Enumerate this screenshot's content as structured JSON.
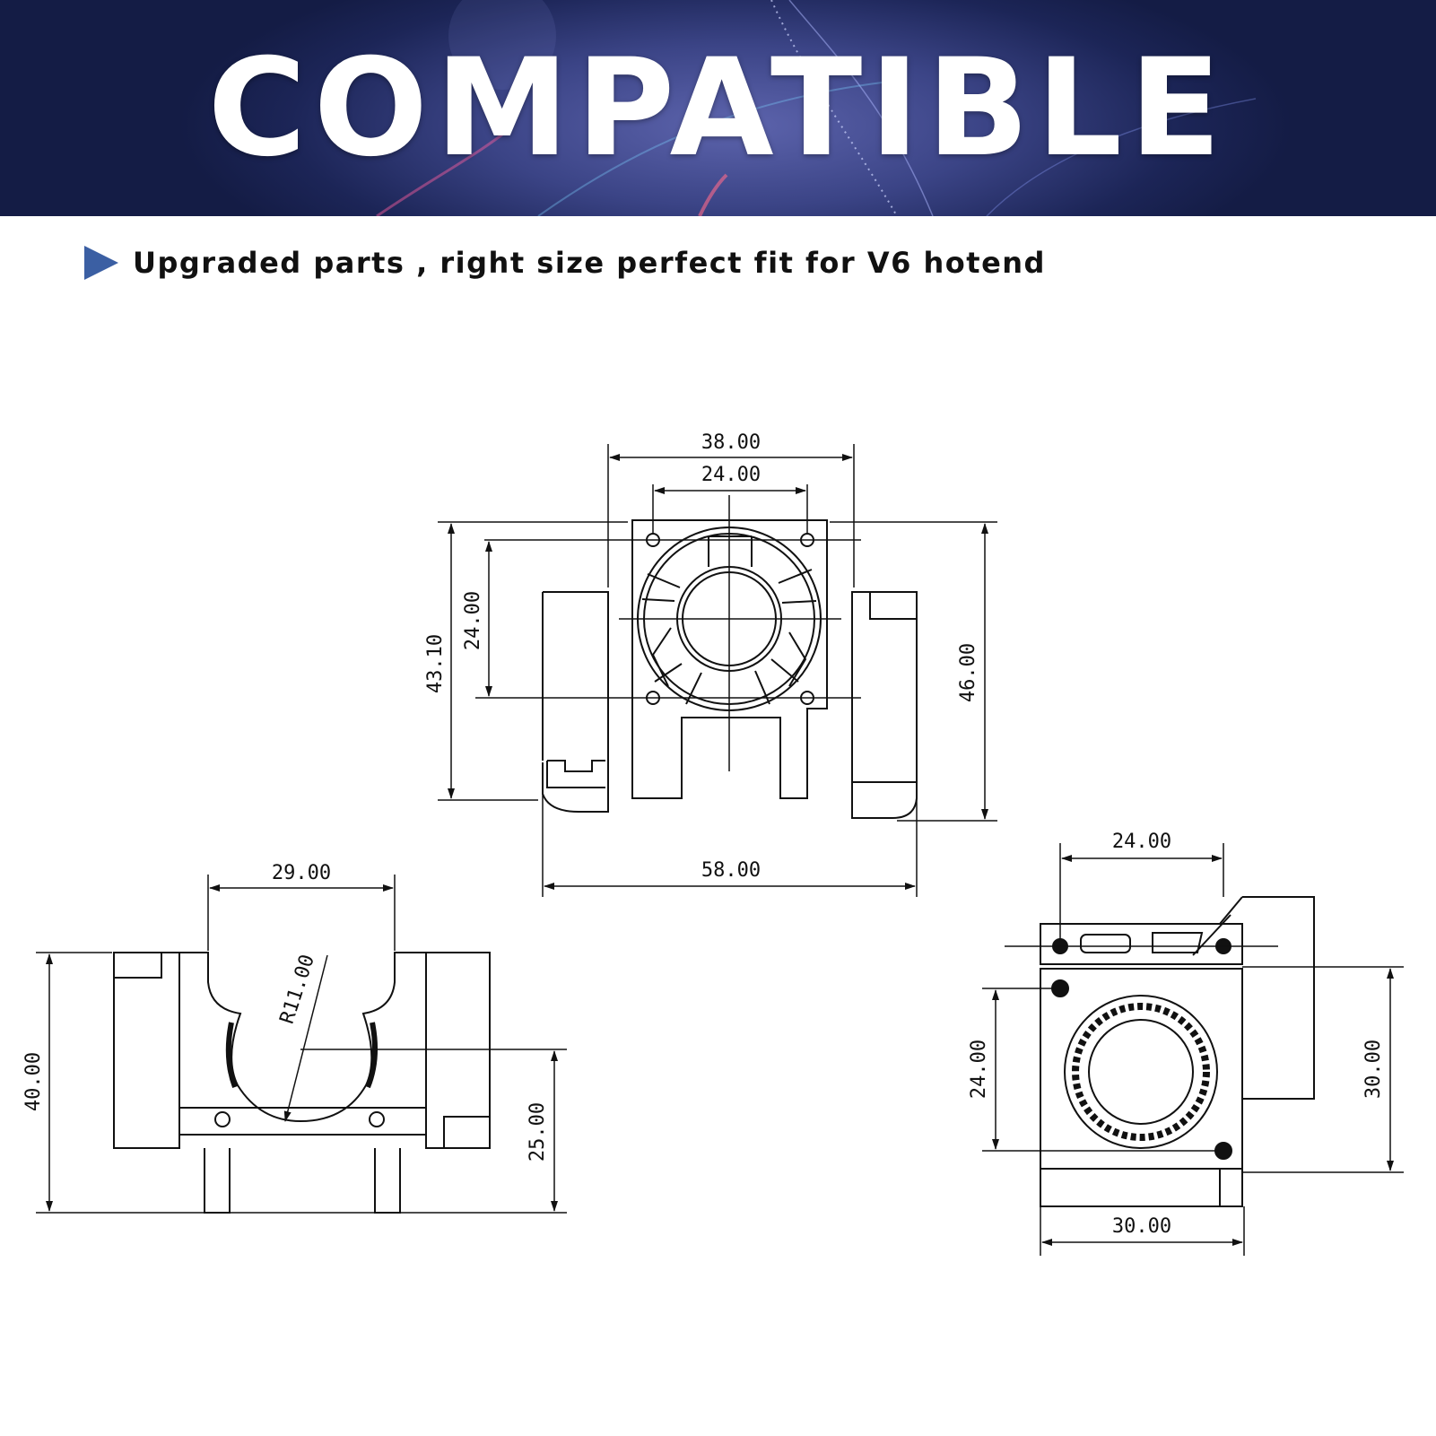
{
  "banner": {
    "title": "COMPATIBLE"
  },
  "tagline": {
    "text": "Upgraded parts , right size perfect fit for V6 hotend"
  },
  "colors": {
    "banner_dark": "#141c45",
    "banner_mid": "#3b4486",
    "accent": "#3b5fa3",
    "line": "#111111"
  },
  "icons": {
    "bullet": "triangle-right-icon"
  },
  "views": {
    "front": {
      "width_top": "38.00",
      "hole_spacing_h": "24.00",
      "height_left": "43.10",
      "hole_spacing_v": "24.00",
      "height_right": "46.00",
      "width_bottom": "58.00"
    },
    "side": {
      "top_width": "29.00",
      "radius": "R11.00",
      "height": "40.00",
      "center_height": "25.00"
    },
    "rear": {
      "top_width": "24.00",
      "left_height": "24.00",
      "right_height": "30.00",
      "bottom_width": "30.00"
    }
  }
}
